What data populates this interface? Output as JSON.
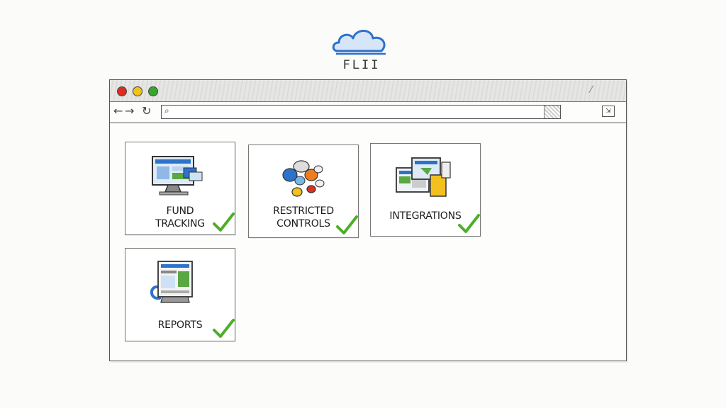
{
  "logo": {
    "text": "FLII",
    "cloud_color": "#2e72c9"
  },
  "browser": {
    "traffic_lights": [
      "#e02b20",
      "#f2c21a",
      "#36a829"
    ],
    "nav": {
      "back": "←",
      "forward": "→",
      "reload": "↻"
    },
    "address": {
      "value": "",
      "placeholder": ""
    }
  },
  "features": [
    {
      "label_line1": "FUND",
      "label_line2": "TRACKING",
      "checked": true
    },
    {
      "label_line1": "RESTRICTED",
      "label_line2": "CONTROLS",
      "checked": true
    },
    {
      "label_line1": "INTEGRATIONS",
      "label_line2": "",
      "checked": true
    },
    {
      "label_line1": "REPORTS",
      "label_line2": "",
      "checked": true
    }
  ],
  "colors": {
    "check": "#4caf28",
    "accent_blue": "#2e72c9"
  }
}
